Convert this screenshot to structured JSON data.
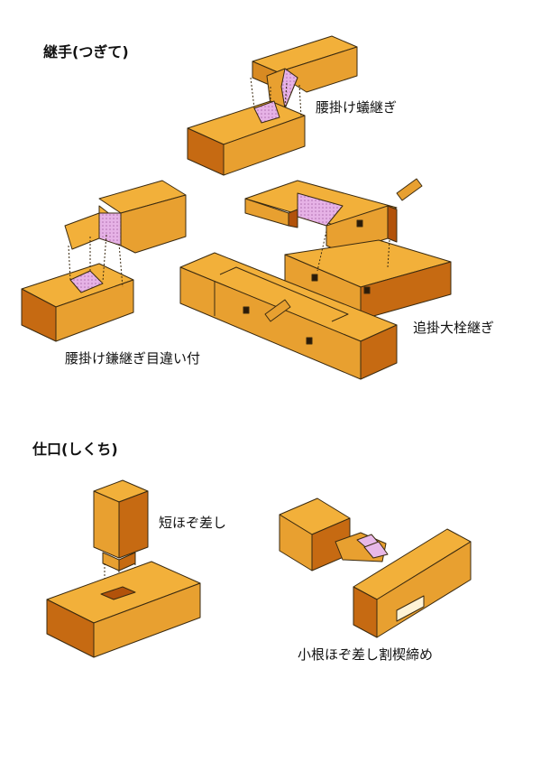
{
  "sections": {
    "tsugite": {
      "heading": "継手(つぎて)",
      "joints": {
        "koshikake_ari": "腰掛け蟻継ぎ",
        "koshikake_kama": "腰掛け鎌継ぎ目違い付",
        "okkake": "追掛大栓継ぎ"
      }
    },
    "shikuchi": {
      "heading": "仕口(しくち)",
      "joints": {
        "tanhozo": "短ほぞ差し",
        "kone": "小根ほぞ差し割楔締め"
      }
    }
  },
  "colors": {
    "wood_top": "#f2b03a",
    "wood_front": "#e8a030",
    "wood_side": "#c66a12",
    "wood_dark": "#b2520a",
    "cut_face": "#e8b8e8",
    "outline": "#3a2a10"
  }
}
